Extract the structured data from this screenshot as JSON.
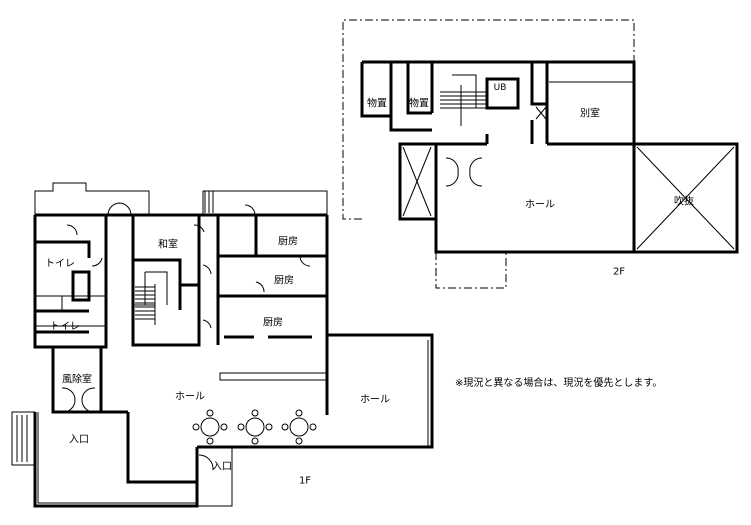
{
  "floor1": {
    "label": "1F",
    "rooms": {
      "washitsu": "和室",
      "kitchen1": "厨房",
      "kitchen2": "厨房",
      "kitchen3": "厨房",
      "toilet1": "トイレ",
      "toilet2": "トイレ",
      "windbreak": "風除室",
      "hall1": "ホール",
      "hall2": "ホール",
      "entrance1": "入口",
      "entrance2": "入口"
    }
  },
  "floor2": {
    "label": "2F",
    "rooms": {
      "storage1": "物置",
      "storage2": "物置",
      "ub": "UB",
      "annex": "別室",
      "hall": "ホール",
      "atrium": "吹抜"
    }
  },
  "note": "※現況と異なる場合は、現況を優先とします。"
}
